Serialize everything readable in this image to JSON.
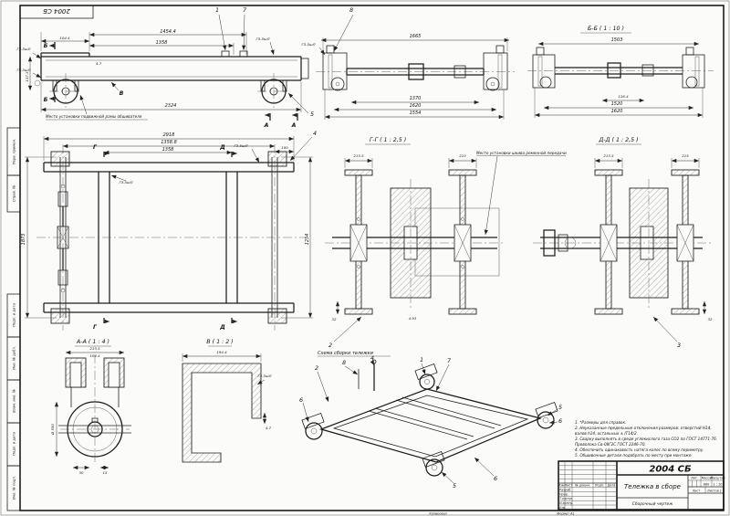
{
  "sheet": {
    "stamp_rotated": "2004 СБ",
    "copy_label": "Копировал",
    "format_label": "Формат А1",
    "margin_boxes": {
      "top1": "Перв. примен.",
      "top2": "Справ. №",
      "b1": "Подп. и дата",
      "b2": "Инв. № дубл.",
      "b3": "Взам. инв. №",
      "b4": "Подп. и дата",
      "b5": "Инв. № подл."
    }
  },
  "weld": "ГЗ-5шЛ",
  "view_side": {
    "dim_104": "104.4",
    "dim_1454": "1454.4",
    "dim_1358": "1358",
    "dim_2324": "2324",
    "dim_137": "137.5",
    "dim_47": "4.7",
    "sec_b": "Б",
    "sec_a": "А",
    "sec_v": "В",
    "callout_1": "1",
    "callout_7": "7",
    "callout_5": "5",
    "note": "Место установки подвижной рамы обшивателя"
  },
  "view_axle": {
    "dim_1665": "1665",
    "dim_1370": "1370",
    "dim_1620": "1620",
    "dim_1554": "1554",
    "callout_8": "8"
  },
  "view_bb": {
    "title": "Б-Б ( 1 : 10 )",
    "dim_1503": "1503",
    "dim_126": "126.4",
    "dim_1520": "1520",
    "dim_1620": "1620"
  },
  "view_plan": {
    "dim_2918": "2918",
    "dim_13588": "1358.8",
    "dim_1358": "1358",
    "dim_100": "100",
    "dim_1873": "1873",
    "dim_1254": "1254",
    "sec_g": "Г",
    "sec_d": "Д",
    "callout_4": "4"
  },
  "view_gg": {
    "title": "Г-Г ( 1 : 2,5 )",
    "note": "Место установки шкива ременной передачи",
    "dim_2135": "213.5",
    "dim_215": "215",
    "dim_32": "32",
    "dim_493": "4.93",
    "callout_2": "2"
  },
  "view_dd": {
    "title": "Д-Д ( 1 : 2,5 )",
    "dim_2135": "213.5",
    "dim_215": "215",
    "dim_32": "32",
    "callout_3": "3"
  },
  "view_aa": {
    "title": "А-А ( 1 : 4 )",
    "dim_2135": "213.5",
    "dim_1044": "104.4",
    "dim_d550": "Ø 550",
    "dim_30": "30",
    "dim_15": "15"
  },
  "view_v": {
    "title": "В ( 1 : 2 )",
    "dim_1944": "194.4",
    "dim_47": "4.7"
  },
  "view_iso": {
    "title": "Схема сборки тележки",
    "callouts": [
      "2",
      "8",
      "4",
      "1",
      "7",
      "6",
      "5",
      "6",
      "6",
      "5"
    ]
  },
  "notes": {
    "lines": [
      "1. *Размеры для справок.",
      "2. Неуказанные предельные отклонения размеров: отверстий H14,",
      "    валов h14, остальных ± IT14/2.",
      "3. Сварку выполнять в среде углекислого газа СО2 по ГОСТ 14771-76.",
      "    Проволока Св-08Г2С ГОСТ 2246-70.",
      "4. Обеспечить одинаковость натяга колес по всему периметру.",
      "5. Обшивочные детали подобрать по месту при монтаже."
    ]
  },
  "titleblock": {
    "doc_number": "2004 СБ",
    "title": "Тележка в сборе",
    "doc_type": "Сборочный чертеж",
    "col_izm": "Изм.",
    "col_list": "Лист",
    "col_doc": "№ докум.",
    "col_podp": "Подп.",
    "col_data": "Дата",
    "row_razrab": "Разраб.",
    "row_prov": "Пров.",
    "row_tkontr": "Т.контр.",
    "row_nkontr": "Н.контр.",
    "row_utv": "Утв.",
    "lit_label": "Лит.",
    "mass_label": "Масса",
    "scale_label": "Масштаб",
    "mass_value": "680",
    "scale_value": "1 : 10",
    "sheet_label": "Лист",
    "sheets_label": "Листов 1"
  }
}
